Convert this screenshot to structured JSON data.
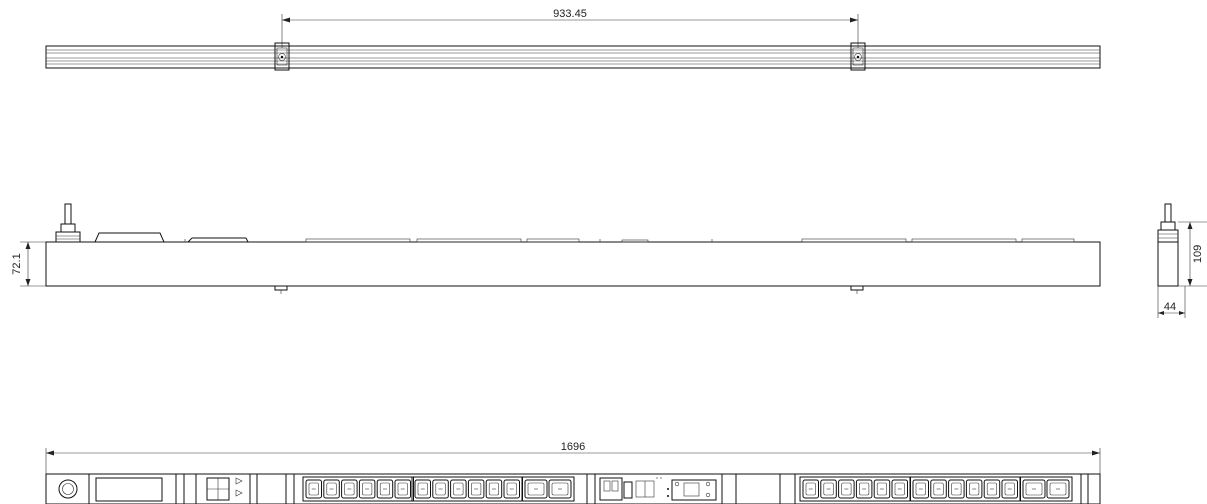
{
  "dimensions": {
    "top_mount_spacing": "933.45",
    "side_height": "72.1",
    "end_height": "109",
    "end_width": "44",
    "front_length": "1696"
  },
  "views": {
    "front_view": {
      "outlet_groups": [
        {
          "type": "C13",
          "count": 6
        },
        {
          "type": "C13",
          "count": 6
        },
        {
          "type": "C19",
          "count": 2
        },
        {
          "type": "C13",
          "count": 6
        },
        {
          "type": "C13",
          "count": 6
        },
        {
          "type": "C19",
          "count": 2
        }
      ]
    }
  },
  "colors": {
    "line": "#111111",
    "background": "#ffffff"
  }
}
